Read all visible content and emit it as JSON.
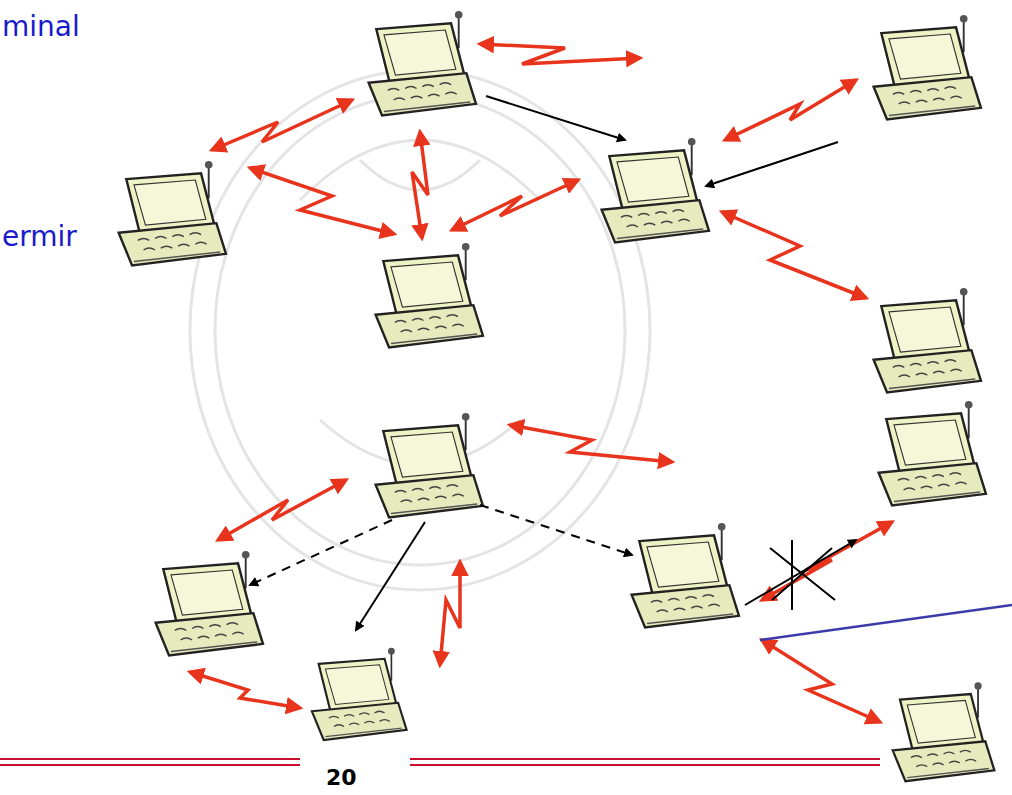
{
  "diagram": {
    "labels": [
      "minal",
      "ermir",
      "20"
    ]
  }
}
